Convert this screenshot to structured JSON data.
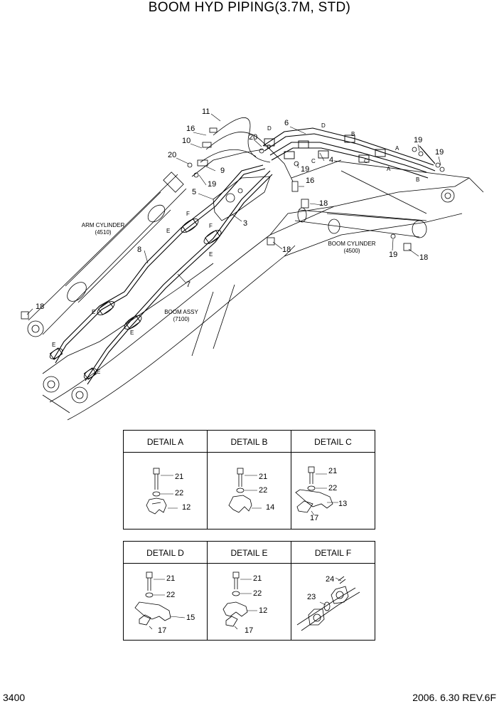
{
  "title": "BOOM HYD PIPING(3.7M, STD)",
  "page_number": "3400",
  "revision": "2006. 6.30  REV.6F",
  "callouts": {
    "c11": "11",
    "c16a": "16",
    "c10": "10",
    "c20a": "20",
    "c9": "9",
    "c19a": "19",
    "c5": "5",
    "c6": "6",
    "c20b": "20",
    "c4": "4",
    "c19b": "19",
    "c16b": "16",
    "c19c": "19",
    "c19d": "19",
    "c18a": "18",
    "c3": "3",
    "c18b": "18",
    "c8": "8",
    "c7": "7",
    "c18c": "18",
    "c19e": "19",
    "c18d": "18"
  },
  "letters": {
    "D1": "D",
    "C1": "C",
    "D2": "D",
    "B1": "B",
    "A1": "A",
    "C2": "C",
    "A2": "A",
    "B2": "B",
    "F1": "F",
    "E1": "E",
    "F2": "F",
    "E2": "E",
    "E3": "E",
    "E4": "E",
    "E5": "E",
    "E6": "E"
  },
  "captions": {
    "arm_cylinder": "ARM CYLINDER",
    "arm_cylinder_no": "(4510)",
    "boom_cylinder": "BOOM CYLINDER",
    "boom_cylinder_no": "(4500)",
    "boom_assy": "BOOM ASSY",
    "boom_assy_no": "(7100)"
  },
  "details": [
    {
      "title": "DETAIL A",
      "parts": [
        "21",
        "22",
        "12"
      ]
    },
    {
      "title": "DETAIL B",
      "parts": [
        "21",
        "22",
        "14"
      ]
    },
    {
      "title": "DETAIL C",
      "parts": [
        "21",
        "22",
        "13",
        "17"
      ]
    },
    {
      "title": "DETAIL D",
      "parts": [
        "21",
        "22",
        "15",
        "17"
      ]
    },
    {
      "title": "DETAIL E",
      "parts": [
        "21",
        "22",
        "12",
        "17"
      ]
    },
    {
      "title": "DETAIL F",
      "parts": [
        "24",
        "23"
      ]
    }
  ]
}
